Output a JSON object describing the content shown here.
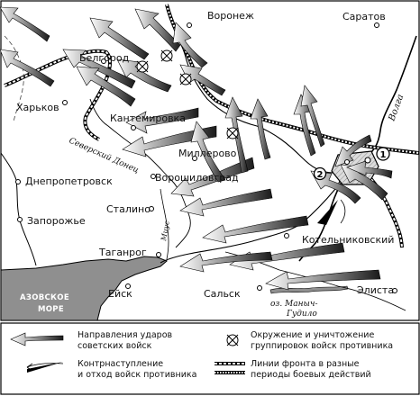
{
  "cities": [
    {
      "id": "voronezh",
      "label": "Воронеж"
    },
    {
      "id": "saratov",
      "label": "Саратов"
    },
    {
      "id": "belgorod",
      "label": "Белгород"
    },
    {
      "id": "kharkov",
      "label": "Харьков"
    },
    {
      "id": "kantemirovka",
      "label": "Кантемировка"
    },
    {
      "id": "millerovo",
      "label": "Миллерово"
    },
    {
      "id": "voroshilovgrad",
      "label": "Ворошиловград"
    },
    {
      "id": "dnepropetrovsk",
      "label": "Днепропетровск"
    },
    {
      "id": "stalino",
      "label": "Сталино"
    },
    {
      "id": "zaporozhye",
      "label": "Запорожье"
    },
    {
      "id": "taganrog",
      "label": "Таганрог"
    },
    {
      "id": "kotelnikovsky",
      "label": "Котельниковский"
    },
    {
      "id": "yeysk",
      "label": "Ейск"
    },
    {
      "id": "salsk",
      "label": "Сальск"
    },
    {
      "id": "elista",
      "label": "Элиста"
    }
  ],
  "water": {
    "volga": "Волга",
    "donets": "Северский Донец",
    "mius": "Миус",
    "sea_line1": "АЗОВСКОЕ",
    "sea_line2": "МОРЕ",
    "lake_line1": "оз. Маныч-",
    "lake_line2": "Гудило"
  },
  "markers": {
    "one": "1",
    "two": "2"
  },
  "legend": {
    "strike_line1": "Направления ударов",
    "strike_line2": "советских войск",
    "encircle_line1": "Окружение и уничтожение",
    "encircle_line2": "группировок войск противника",
    "counter_line1": "Контрнаступление",
    "counter_line2": "и отход войск противника",
    "front_line1": "Линии фронта в разные",
    "front_line2": "периоды боевых действий"
  }
}
